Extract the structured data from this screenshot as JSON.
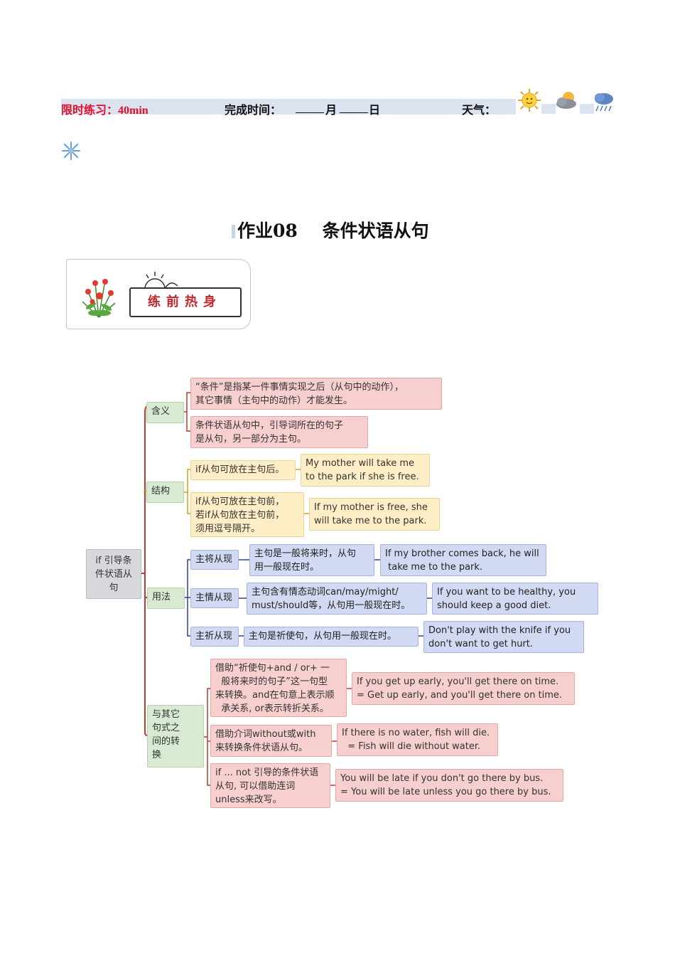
{
  "header": {
    "time_limit": "限时练习：40min",
    "finish_time_label": "完成时间：",
    "month_label": "月",
    "day_label": "日",
    "weather_label": "天气："
  },
  "weather_icons": [
    "sun-icon",
    "partly-cloudy-icon",
    "rain-icon",
    "snowflake-icon"
  ],
  "title": "作业08    条件状语从句",
  "warmup": {
    "label": "练前热身"
  },
  "mindmap": {
    "root": "if 引导条件状语从句",
    "branches": {
      "meaning": {
        "label": "含义",
        "items": [
          "“条件”是指某一件事情实现之后（从句中的动作），\n其它事情（主句中的动作）才能发生。",
          "条件状语从句中，引导词所在的句子\n是从句，另一部分为主句。"
        ]
      },
      "structure": {
        "label": "结构",
        "items": [
          {
            "rule": "if从句可放在主句后。",
            "example": "My mother will take me\nto the park if she is free."
          },
          {
            "rule": "if从句可放在主句前，\n若if从句放在主句前，\n须用逗号隔开。",
            "example": "If my mother is free, she\nwill take me to the park."
          }
        ]
      },
      "usage": {
        "label": "用法",
        "items": [
          {
            "type": "主将从现",
            "rule": "主句是一般将来时，从句\n用一般现在时。",
            "example": "If my brother comes back, he will\n take me to the park."
          },
          {
            "type": "主情从现",
            "rule": "主句含有情态动词can/may/might/\nmust/should等，从句用一般现在时。",
            "example": "If you want to be healthy, you\nshould keep a good diet."
          },
          {
            "type": "主祈从现",
            "rule": "主句是祈使句，从句用一般现在时。",
            "example": "Don't play with the knife if you\ndon't want to get hurt."
          }
        ]
      },
      "conversion": {
        "label": "与其它\n句式之\n间的转\n换",
        "items": [
          {
            "rule": "借助“祈使句+and / or+ 一\n  般将来时的句子”这一句型\n来转换。and在句意上表示顺\n  承关系, or表示转折关系。",
            "example": "If you get up early, you'll get there on time.\n= Get up early, and you'll get there on time."
          },
          {
            "rule": "借助介词without或with\n来转换条件状语从句。",
            "example": "If there is no water, fish will die.\n  = Fish will die without water."
          },
          {
            "rule": "if ... not 引导的条件状语\n从句, 可以借助连词\nunless来改写。",
            "example": "You will be late if you don't go there by bus.\n= You will be late unless you go there by bus."
          }
        ]
      }
    }
  }
}
